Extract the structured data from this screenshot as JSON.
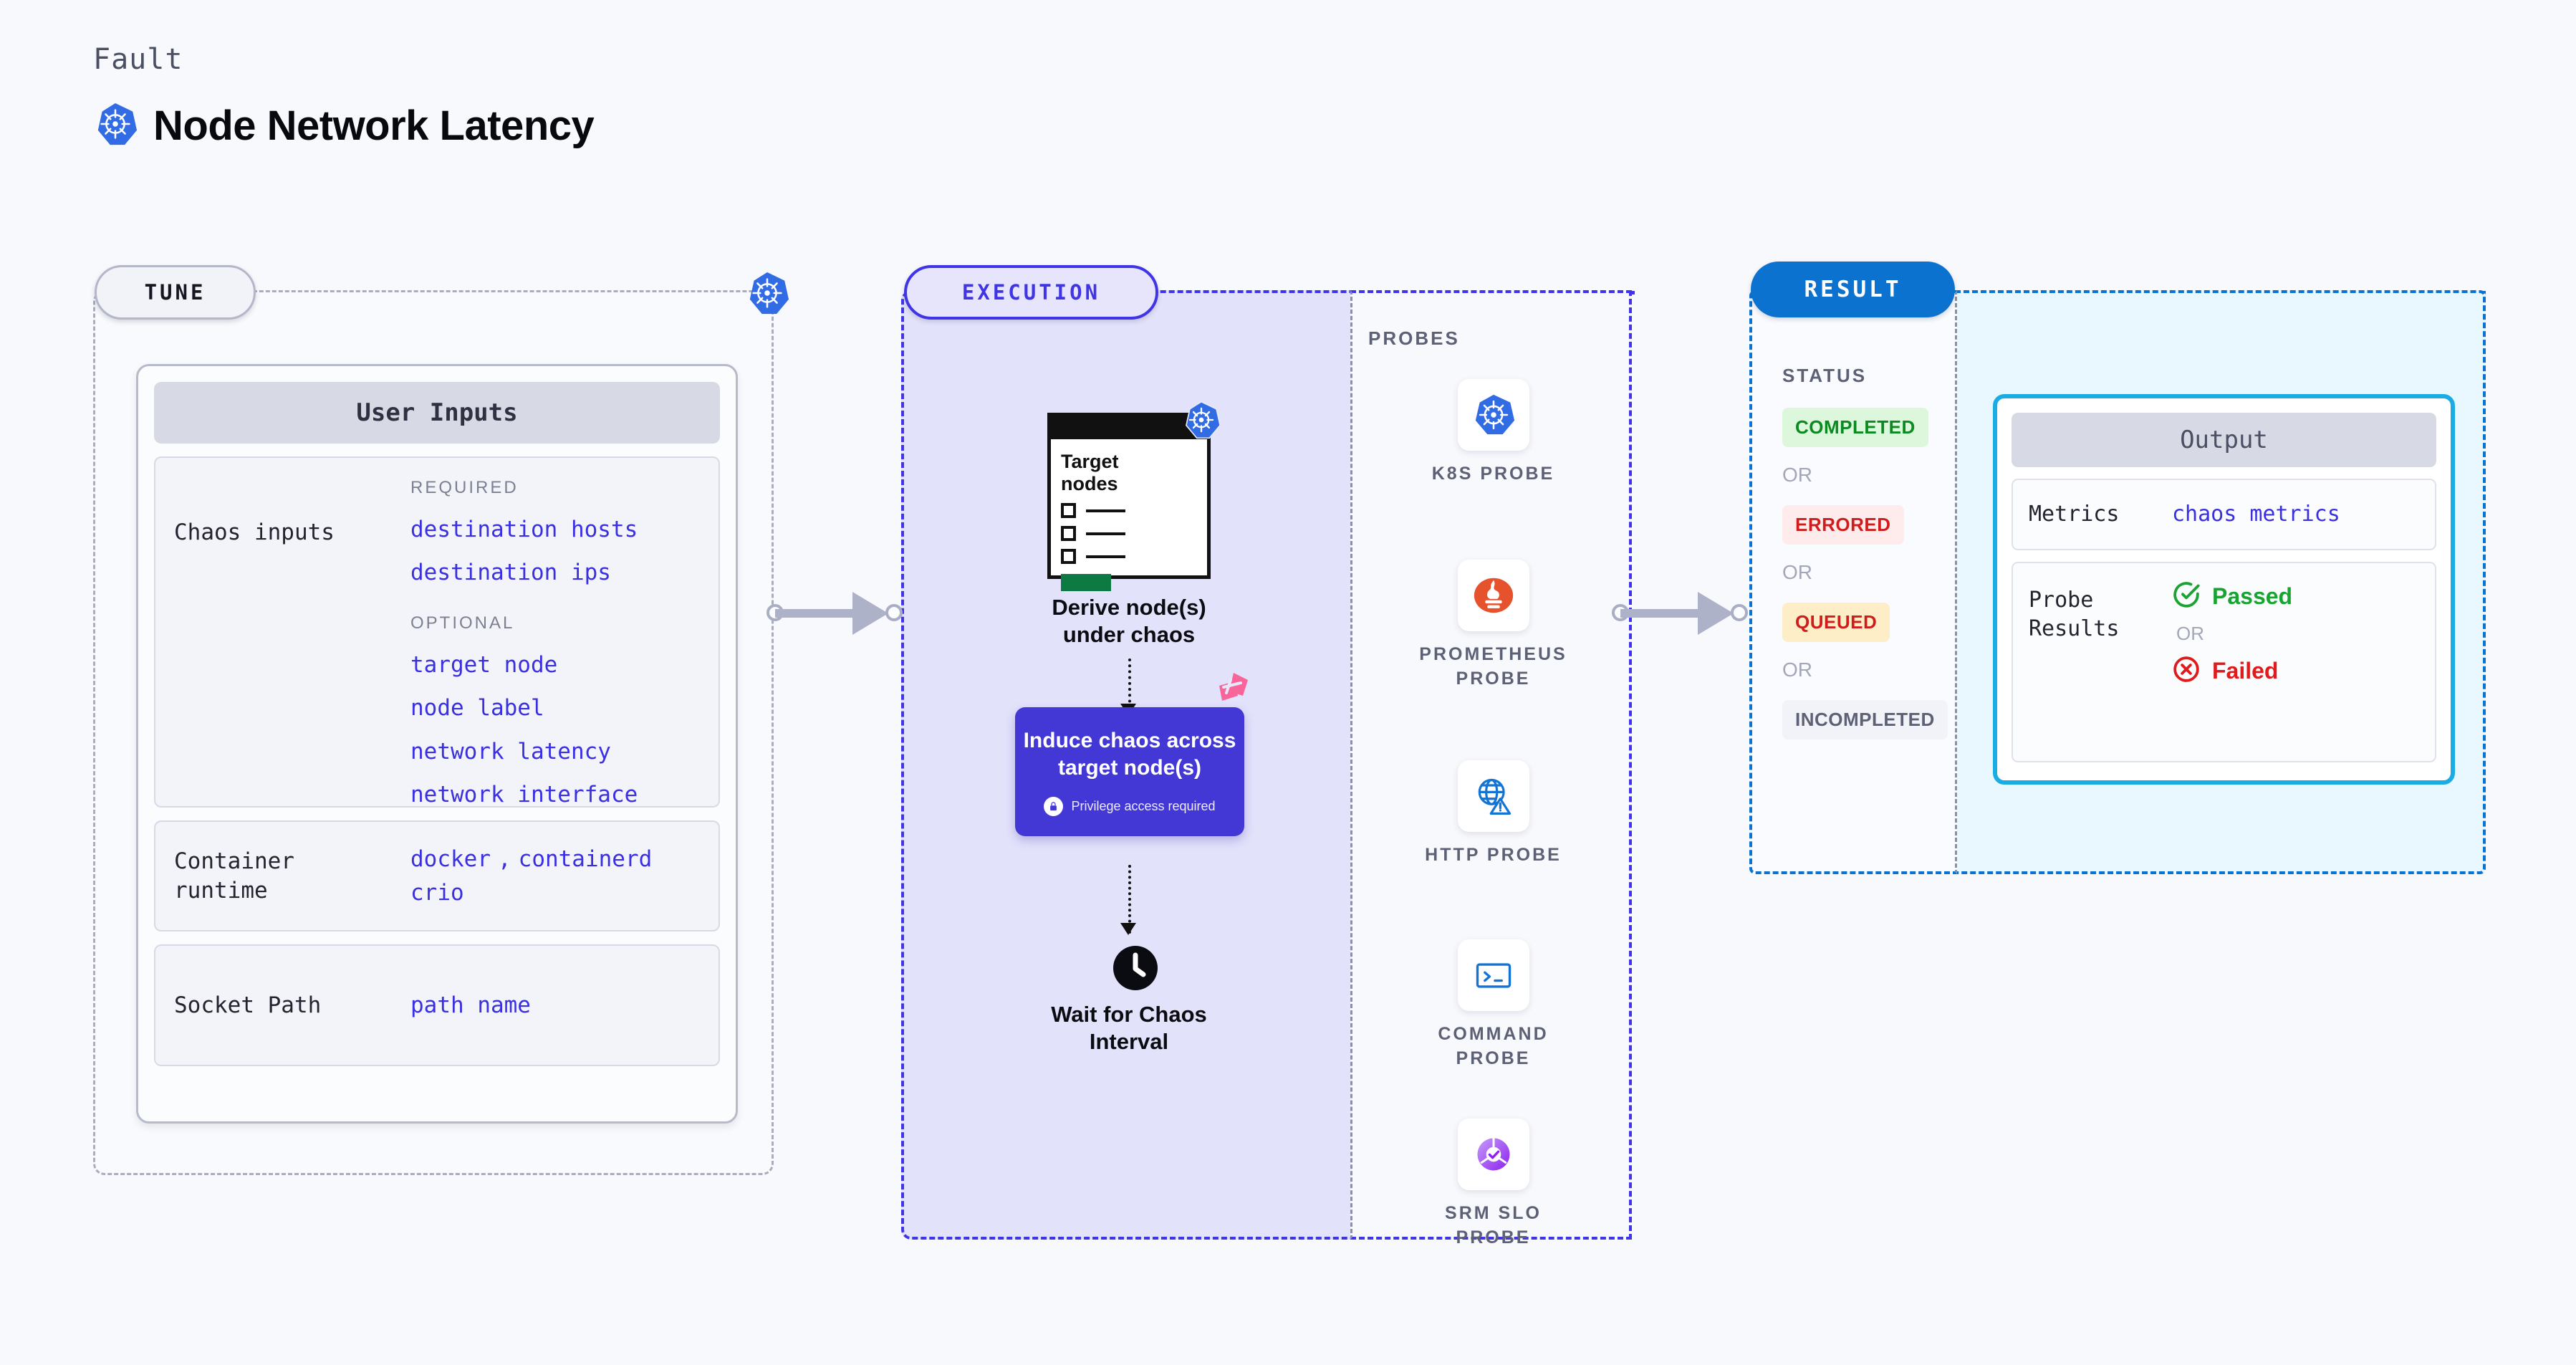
{
  "header": {
    "eyebrow": "Fault",
    "title": "Node Network Latency",
    "icon": "kubernetes-icon"
  },
  "tune": {
    "pill_label": "TUNE",
    "line_badge_icon": "kubernetes-icon",
    "card_title": "User Inputs",
    "rows": [
      {
        "key": "Chaos inputs",
        "groups": [
          {
            "label": "REQUIRED",
            "values": [
              "destination hosts",
              "destination ips"
            ]
          },
          {
            "label": "OPTIONAL",
            "values": [
              "target node",
              "node label",
              "network latency",
              "network interface"
            ]
          }
        ]
      },
      {
        "key": "Container\nruntime",
        "values_line1": "docker",
        "separator": ",",
        "values_line1b": "containerd",
        "values_line2": "crio"
      },
      {
        "key": "Socket Path",
        "value": "path name"
      }
    ]
  },
  "execution": {
    "pill_label": "EXECUTION",
    "flow": {
      "card": {
        "title": "Target\nnodes",
        "badge_icon": "kubernetes-icon",
        "checkbox_count": 3
      },
      "caption_derive": "Derive node(s)\nunder chaos",
      "induce": {
        "title": "Induce chaos across\ntarget node(s)",
        "privilege_note": "Privilege access required",
        "privilege_icon": "lock-icon",
        "corner_icon": "harness-icon"
      },
      "wait": {
        "icon": "clock-icon",
        "caption": "Wait for Chaos\nInterval"
      }
    },
    "probes": {
      "label": "PROBES",
      "items": [
        {
          "name": "K8S  PROBE",
          "icon": "kubernetes-icon"
        },
        {
          "name": "PROMETHEUS\nPROBE",
          "icon": "prometheus-icon"
        },
        {
          "name": "HTTP  PROBE",
          "icon": "http-globe-warning-icon"
        },
        {
          "name": "COMMAND\nPROBE",
          "icon": "terminal-icon"
        },
        {
          "name": "SRM  SLO\nPROBE",
          "icon": "srm-slo-icon"
        }
      ]
    }
  },
  "result": {
    "pill_label": "RESULT",
    "status_label": "STATUS",
    "or_label": "OR",
    "statuses": [
      {
        "text": "COMPLETED",
        "color": "#0a8a1f",
        "bg": "#ddf7dd"
      },
      {
        "text": "ERRORED",
        "color": "#cf1d1d",
        "bg": "#fdeceb"
      },
      {
        "text": "QUEUED",
        "color": "#cf1d1d",
        "bg": "#fdeec7"
      },
      {
        "text": "INCOMPLETED",
        "color": "#5d6175",
        "bg": "#f2f3f8"
      }
    ],
    "output": {
      "title": "Output",
      "metrics_key": "Metrics",
      "metrics_value": "chaos metrics",
      "probe_results_key": "Probe\nResults",
      "passed_text": "Passed",
      "passed_icon": "check-circle-icon",
      "or_text": "OR",
      "failed_text": "Failed",
      "failed_icon": "x-circle-icon"
    }
  },
  "colors": {
    "tune_border": "#a9adbe",
    "execution_accent": "#3f35e6",
    "result_accent": "#0c72cf",
    "output_border": "#1aade3",
    "value_text": "#3a30e0",
    "kubernetes_blue": "#326ce5",
    "harness_pink": "#f9659a",
    "passed_green": "#19a331",
    "failed_red": "#e01b1b"
  }
}
